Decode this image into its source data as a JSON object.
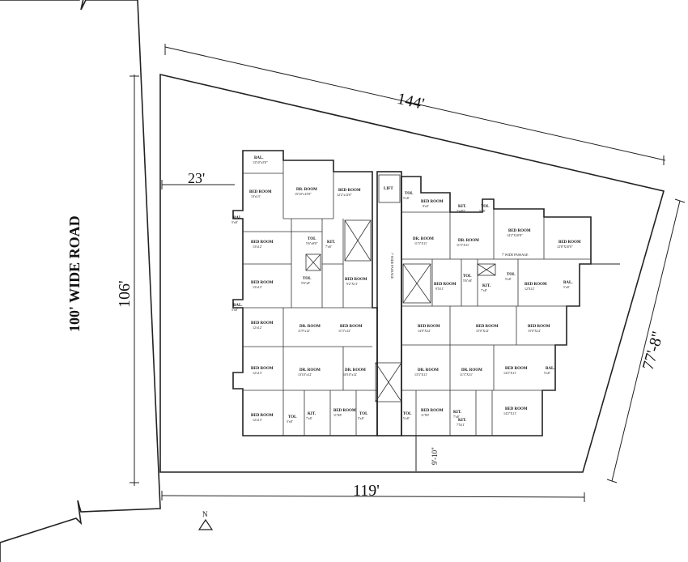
{
  "dimensions": {
    "top": "144'",
    "setback": "23'",
    "left": "106'",
    "right": "77'-8\"",
    "bottom": "119'",
    "small": "9'-10\""
  },
  "road_label": "100' WIDE ROAD",
  "north_label": "N",
  "passages": {
    "vertical": "7' WIDE PASSAGE",
    "horizontal": "7' WIDE PASSAGE"
  },
  "rooms": [
    {
      "id": "bal-1",
      "name": "BAL.",
      "size": "13'10\"x5'0\""
    },
    {
      "id": "bed-1",
      "name": "BED ROOM",
      "size": "13'x13'"
    },
    {
      "id": "dr-1",
      "name": "DR. ROOM",
      "size": "15'10\"x15'0\""
    },
    {
      "id": "bed-2",
      "name": "BED ROOM",
      "size": "12'2\"x12'0\""
    },
    {
      "id": "lift-1",
      "name": "LIFT",
      "size": ""
    },
    {
      "id": "tol-a",
      "name": "TOL",
      "size": "5'x8'"
    },
    {
      "id": "bed-3",
      "name": "BED ROOM",
      "size": "9'x9'"
    },
    {
      "id": "kit-a",
      "name": "KIT.",
      "size": "7'x8'0\""
    },
    {
      "id": "tol-b",
      "name": "TOL",
      "size": "5'x8'"
    },
    {
      "id": "bal-2",
      "name": "BAL.",
      "size": "5'x8'"
    },
    {
      "id": "bed-4",
      "name": "BED ROOM",
      "size": "13'x12'"
    },
    {
      "id": "tol-1",
      "name": "TOL",
      "size": "5'6\"x8'0\""
    },
    {
      "id": "kit-1",
      "name": "KIT.",
      "size": "7'x8'"
    },
    {
      "id": "bed-5",
      "name": "BED ROOM",
      "size": "14'2\"X10'8\""
    },
    {
      "id": "bed-6",
      "name": "BED ROOM",
      "size": "12'8\"X10'0\""
    },
    {
      "id": "bed-7",
      "name": "BED ROOM",
      "size": "13'x13'"
    },
    {
      "id": "tol-2",
      "name": "TOL",
      "size": "5'6\"x8'"
    },
    {
      "id": "bed-8",
      "name": "BED ROOM",
      "size": "9'2\"X11'"
    },
    {
      "id": "dr-2",
      "name": "DR. ROOM",
      "size": "11'3\"X11'"
    },
    {
      "id": "dr-3",
      "name": "DR. ROOM",
      "size": "11'3\"X11'"
    },
    {
      "id": "bed-9",
      "name": "BED ROOM",
      "size": "9'X11'"
    },
    {
      "id": "tol-3",
      "name": "TOL",
      "size": "5'6\"x8'"
    },
    {
      "id": "kit-2",
      "name": "KIT.",
      "size": "7'x8'"
    },
    {
      "id": "tol-4",
      "name": "TOL",
      "size": "5'x8'"
    },
    {
      "id": "bed-10",
      "name": "BED ROOM",
      "size": "12'X12'"
    },
    {
      "id": "bal-3",
      "name": "BAL.",
      "size": "5'x8'"
    },
    {
      "id": "bal-4",
      "name": "BAL.",
      "size": "5'x8'"
    },
    {
      "id": "bed-11",
      "name": "BED ROOM",
      "size": "12'x12'"
    },
    {
      "id": "dr-4",
      "name": "DR. ROOM",
      "size": "11'9\"x12'"
    },
    {
      "id": "bed-12",
      "name": "BED ROOM",
      "size": "11'3\"x12'"
    },
    {
      "id": "bed-13",
      "name": "BED ROOM",
      "size": "14'0\"X12'"
    },
    {
      "id": "bed-14",
      "name": "BED ROOM",
      "size": "15'0\"X12'"
    },
    {
      "id": "bed-15",
      "name": "BED ROOM",
      "size": "15'0\"X12'"
    },
    {
      "id": "bed-16",
      "name": "BED ROOM",
      "size": "12'x13'"
    },
    {
      "id": "dr-5",
      "name": "DR. ROOM",
      "size": "13'10\"x12'"
    },
    {
      "id": "dr-6",
      "name": "DR. ROOM",
      "size": "10'10\"x12'"
    },
    {
      "id": "dr-7",
      "name": "DR. ROOM",
      "size": "13'3\"X11'"
    },
    {
      "id": "dr-8",
      "name": "DR. ROOM",
      "size": "11'3\"X11'"
    },
    {
      "id": "bed-17",
      "name": "BED ROOM",
      "size": "14'2\"X11'"
    },
    {
      "id": "bal-5",
      "name": "BAL.",
      "size": "5'x8'"
    },
    {
      "id": "bed-18",
      "name": "BED ROOM",
      "size": "12'x13'"
    },
    {
      "id": "tol-5",
      "name": "TOL",
      "size": "5'x8'"
    },
    {
      "id": "tol-6",
      "name": "TOL",
      "size": "5'x8'"
    },
    {
      "id": "bed-19",
      "name": "BED ROOM",
      "size": "11'X8'"
    },
    {
      "id": "kit-3",
      "name": "KIT.",
      "size": "7'x8'"
    },
    {
      "id": "kit-4",
      "name": "KIT.",
      "size": "7'x8'"
    },
    {
      "id": "bed-20",
      "name": "BED ROOM",
      "size": "11'X9'"
    },
    {
      "id": "kit-5",
      "name": "KIT.",
      "size": "7'X11'"
    },
    {
      "id": "tol-7",
      "name": "TOL",
      "size": "5'x8'"
    },
    {
      "id": "bed-21",
      "name": "BED ROOM",
      "size": "14'2\"X11'"
    }
  ]
}
